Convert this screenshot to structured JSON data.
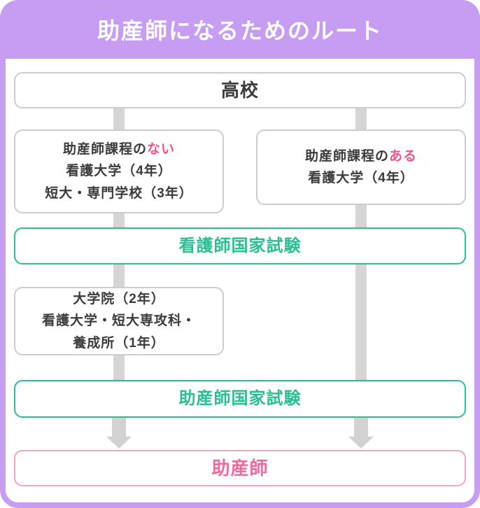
{
  "title": "助産師になるためのルート",
  "colors": {
    "frame_purple": "#c79df3",
    "title_text": "#ffffff",
    "box_border_gray": "#cdcdcd",
    "dark_text": "#3b3b3b",
    "green": "#2abf92",
    "pink_accent": "#f0548c",
    "pink_result_text": "#ed6b9e",
    "pink_result_border": "#f2a6c4",
    "connector_gray": "#d2d2d2"
  },
  "flow": {
    "highschool": "高校",
    "left_school1": {
      "prefix": "助産師課程の",
      "accent": "ない",
      "line2": "看護大学（4年）",
      "line3": "短大・専門学校（3年）"
    },
    "right_school": {
      "prefix": "助産師課程の",
      "accent": "ある",
      "line2": "看護大学（4年）"
    },
    "exam_nurse": "看護師国家試験",
    "left_school2": {
      "line1": "大学院（2年）",
      "line2": "看護大学・短大専攻科・",
      "line3": "養成所（1年）"
    },
    "exam_midwife": "助産師国家試験",
    "result": "助産師"
  }
}
